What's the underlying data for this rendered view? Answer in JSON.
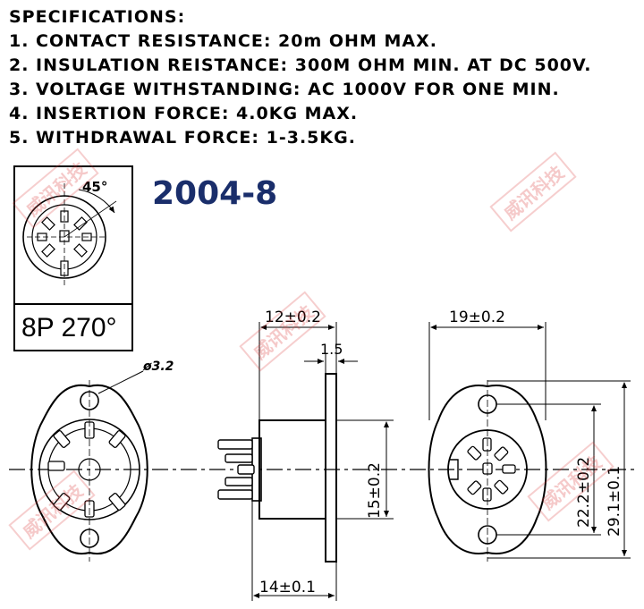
{
  "specs": {
    "heading": "SPECIFICATIONS:",
    "items": [
      "1. CONTACT RESISTANCE: 20m OHM MAX.",
      "2. INSULATION REISTANCE: 300M OHM MIN. AT DC 500V.",
      "3. VOLTAGE WITHSTANDING: AC 1000V FOR ONE MIN.",
      "4. INSERTION FORCE: 4.0KG MAX.",
      "5. WITHDRAWAL FORCE: 1-3.5KG."
    ]
  },
  "model": "2004-8",
  "pin_box": {
    "angle_label": "45°",
    "caption": "8P 270°"
  },
  "dims": {
    "hole_dia": "ø3.2",
    "side_width": "12±0.2",
    "flange_thick": "1.5",
    "body_height": "15±0.2",
    "side_length": "14±0.1",
    "rear_width": "19±0.2",
    "hole_spacing": "22.2±0.2",
    "total_height": "29.1±0.1"
  },
  "watermark": "威讯科技",
  "colors": {
    "model_blue": "#1a2e6b",
    "watermark_red": "#dc3c3c"
  }
}
